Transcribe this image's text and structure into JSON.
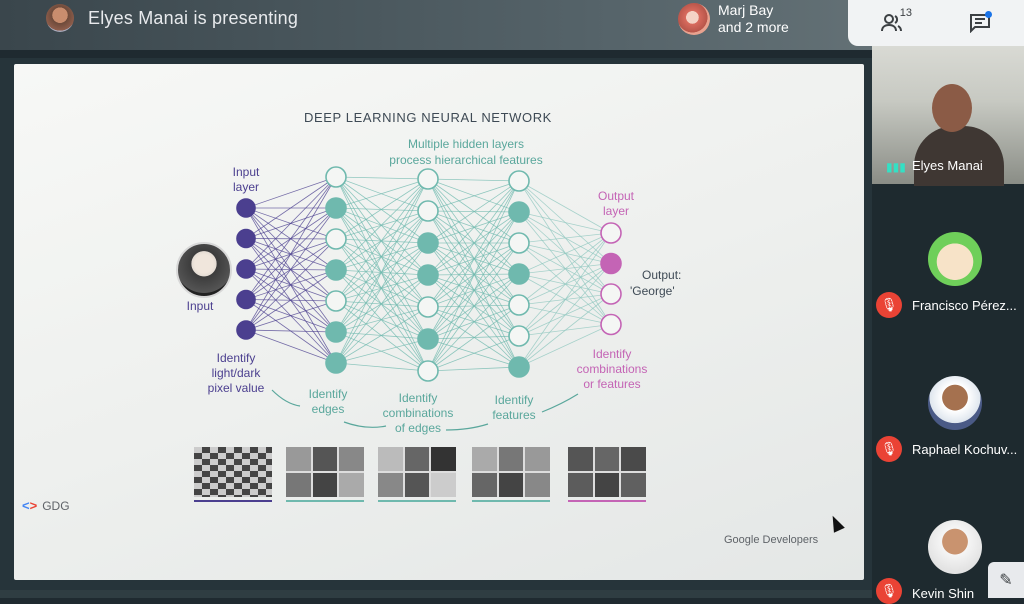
{
  "header": {
    "presenter_text": "Elyes Manai is presenting",
    "viewers_line1": "Marj Bay",
    "viewers_line2": "and 2 more",
    "participants_count": "13"
  },
  "icons": {
    "people": "people-icon",
    "chat": "chat-icon",
    "mute": "mic-off-icon",
    "speaking": "audio-wave-icon",
    "pin": "pin-icon"
  },
  "slide": {
    "title": "DEEP LEARNING NEURAL NETWORK",
    "hidden_label_1": "Multiple hidden layers",
    "hidden_label_2": "process hierarchical features",
    "input_layer_1": "Input",
    "input_layer_2": "layer",
    "output_layer_1": "Output",
    "output_layer_2": "layer",
    "input_caption": "Input",
    "output_caption_1": "Output:",
    "output_caption_2": "'George'",
    "step1_1": "Identify",
    "step1_2": "light/dark",
    "step1_3": "pixel value",
    "step2_1": "Identify",
    "step2_2": "edges",
    "step3_1": "Identify",
    "step3_2": "combinations",
    "step3_3": "of edges",
    "step4_1": "Identify",
    "step4_2": "features",
    "step5_1": "Identify",
    "step5_2": "combinations",
    "step5_3": "or features",
    "brand_left": "GDG",
    "brand_right": "Google Developers"
  },
  "colors": {
    "input": "#4b3f8f",
    "hidden": "#6fb9ae",
    "output": "#c464b5"
  },
  "participants": [
    {
      "name": "Elyes Manai"
    },
    {
      "name": "Francisco Pérez..."
    },
    {
      "name": "Raphael Kochuv..."
    },
    {
      "name": "Kevin Shin"
    }
  ]
}
